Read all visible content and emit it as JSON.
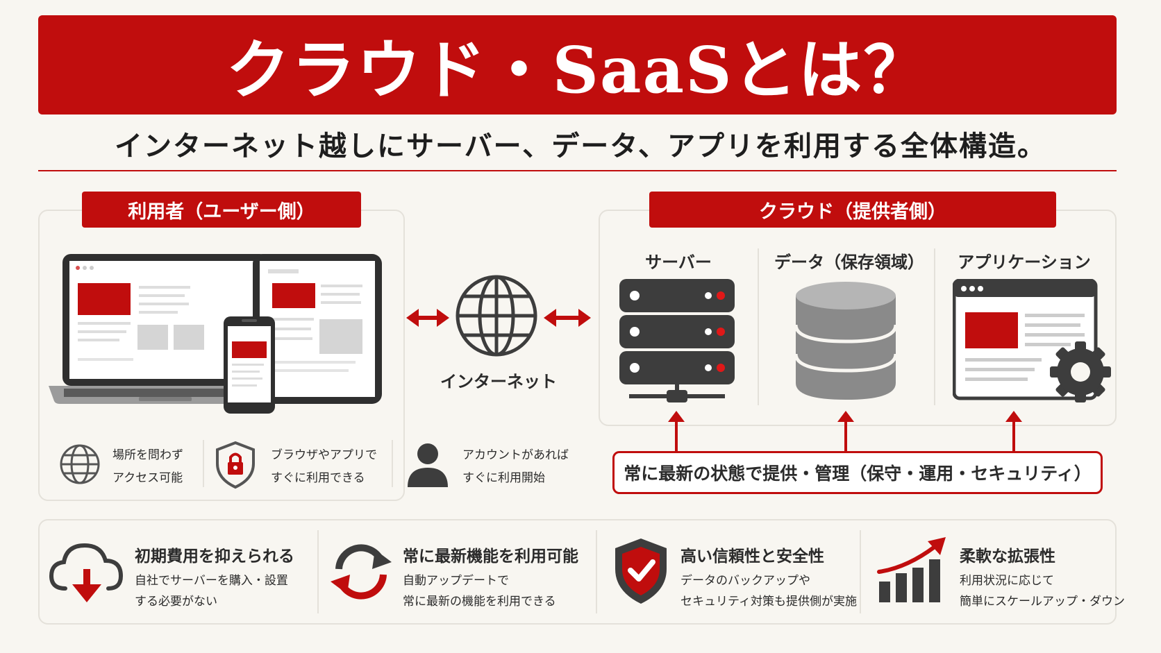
{
  "title": "クラウド・SaaSとは？",
  "subtitle": "インターネット越しにサーバー、データ、アプリを利用する全体構造。",
  "user_side": {
    "label": "利用者（ユーザー側）",
    "features": [
      {
        "icon": "globe-icon",
        "lines": [
          "場所を問わず",
          "アクセス可能"
        ]
      },
      {
        "icon": "shield-lock-icon",
        "lines": [
          "ブラウザやアプリで",
          "すぐに利用できる"
        ]
      },
      {
        "icon": "person-icon",
        "lines": [
          "アカウントがあれば",
          "すぐに利用開始"
        ]
      }
    ]
  },
  "internet": {
    "label": "インターネット",
    "icon": "globe-icon"
  },
  "cloud_side": {
    "label": "クラウド（提供者側）",
    "columns": [
      {
        "label": "サーバー",
        "icon": "server-icon"
      },
      {
        "label": "データ（保存領域）",
        "icon": "database-icon"
      },
      {
        "label": "アプリケーション",
        "icon": "app-window-icon"
      }
    ],
    "note": "常に最新の状態で提供・管理（保守・運用・セキュリティ）"
  },
  "benefits": [
    {
      "icon": "cloud-download-icon",
      "title": "初期費用を抑えられる",
      "lines": [
        "自社でサーバーを購入・設置",
        "する必要がない"
      ]
    },
    {
      "icon": "refresh-icon",
      "title": "常に最新機能を利用可能",
      "lines": [
        "自動アップデートで",
        "常に最新の機能を利用できる"
      ]
    },
    {
      "icon": "shield-check-icon",
      "title": "高い信頼性と安全性",
      "lines": [
        "データのバックアップや",
        "セキュリティ対策も提供側が実施"
      ]
    },
    {
      "icon": "growth-chart-icon",
      "title": "柔軟な拡張性",
      "lines": [
        "利用状況に応じて",
        "簡単にスケールアップ・ダウン"
      ]
    }
  ],
  "colors": {
    "accent": "#c00d0d",
    "dark": "#3d3d3d",
    "background": "#f8f6f1"
  }
}
